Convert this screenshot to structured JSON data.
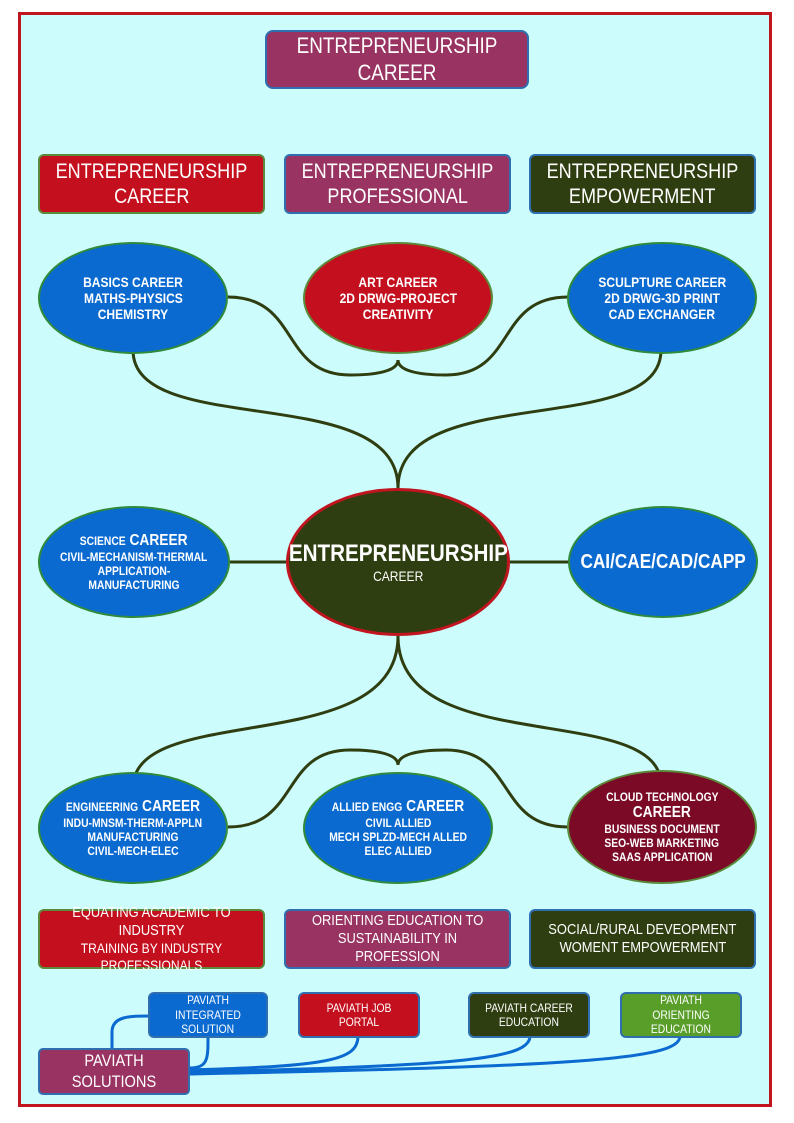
{
  "title": "ENTREPRENEURSHIP CAREER",
  "top_boxes": [
    {
      "line1": "ENTREPRENEURSHIP",
      "line2": "CAREER"
    },
    {
      "line1": "ENTREPRENEURSHIP",
      "line2": "PROFESSIONAL"
    },
    {
      "line1": "ENTREPRENEURSHIP",
      "line2": "EMPOWERMENT"
    }
  ],
  "center": {
    "line1": "ENTREPRENEURSHIP",
    "line2": "CAREER"
  },
  "nodes": {
    "basics": {
      "lines": [
        "BASICS CAREER",
        "MATHS-PHYSICS",
        "CHEMISTRY"
      ]
    },
    "art": {
      "lines": [
        "ART CAREER",
        "2D DRWG-PROJECT",
        "CREATIVITY"
      ]
    },
    "sculpture": {
      "lines": [
        "SCULPTURE CAREER",
        "2D DRWG-3D PRINT",
        "CAD EXCHANGER"
      ]
    },
    "science": {
      "prefix": "SCIENCE",
      "word": "CAREER",
      "lines": [
        "CIVIL-MECHANISM-THERMAL",
        "APPLICATION-MANUFACTURING"
      ]
    },
    "cai": {
      "label": "CAI/CAE/CAD/CAPP"
    },
    "engineering": {
      "prefix": "ENGINEERING",
      "word": "CAREER",
      "lines": [
        "INDU-MNSM-THERM-APPLN",
        "MANUFACTURING",
        "CIVIL-MECH-ELEC"
      ]
    },
    "allied": {
      "prefix": "ALLIED ENGG",
      "word": "CAREER",
      "lines": [
        "CIVIL ALLIED",
        "MECH SPLZD-MECH ALLED",
        "ELEC ALLIED"
      ]
    },
    "cloud": {
      "prefix": "CLOUD TECHNOLOGY",
      "word": "CAREER",
      "lines": [
        "BUSINESS DOCUMENT",
        "SEO-WEB MARKETING",
        "SAAS APPLICATION"
      ]
    }
  },
  "bottom_boxes": [
    {
      "line1": "EQUATING ACADEMIC TO INDUSTRY",
      "line2": "TRAINING BY INDUSTRY PROFESSIONALS"
    },
    {
      "line1": "ORIENTING EDUCATION TO",
      "line2": "SUSTAINABILITY IN PROFESSION"
    },
    {
      "line1": "SOCIAL/RURAL DEVEOPMENT",
      "line2": "WOMENT EMPOWERMENT"
    }
  ],
  "solutions": {
    "root": "PAVIATH SOLUTIONS",
    "items": [
      {
        "line1": "PAVIATH INTEGRATED",
        "line2": "SOLUTION"
      },
      {
        "line1": "PAVIATH JOB PORTAL",
        "line2": ""
      },
      {
        "line1": "PAVIATH CAREER",
        "line2": "EDUCATION"
      },
      {
        "line1": "PAVIATH ORIENTING",
        "line2": "EDUCATION"
      }
    ]
  },
  "colors": {
    "background": "#ccfcfc",
    "frame": "#c0141f",
    "connector": "#2f3e10",
    "solution_connector": "#0a6ad0",
    "blue": "#0a6ad0",
    "red": "#c4101e",
    "plum": "#993462",
    "olive": "#2f3e10",
    "maroon": "#7a0a26",
    "green": "#5a9e2a"
  }
}
